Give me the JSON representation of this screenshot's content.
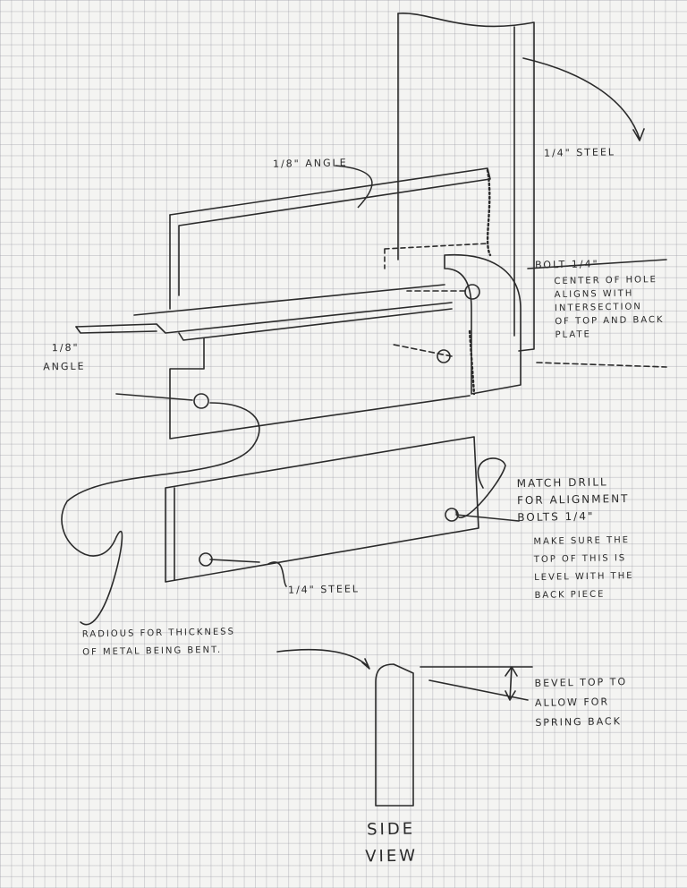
{
  "labels": {
    "top_angle": "1/8\" ANGLE",
    "back_steel": "1/4\" STEEL",
    "bolt": "BOLT 1/4\"",
    "center_note": [
      "CENTER OF HOLE",
      "ALIGNS WITH",
      "INTERSECTION",
      "OF TOP AND BACK",
      "PLATE"
    ],
    "left_angle": [
      "1/8\"",
      "ANGLE"
    ],
    "match_drill": [
      "MATCH DRILL",
      "FOR ALIGNMENT",
      "BOLTS 1/4\""
    ],
    "make_sure": [
      "MAKE SURE THE",
      "TOP OF THIS IS",
      "LEVEL WITH THE",
      "BACK PIECE"
    ],
    "lower_steel": "1/4\" STEEL",
    "radius_note": [
      "RADIOUS FOR THICKNESS",
      "OF METAL BEING BENT."
    ],
    "bevel_note": [
      "BEVEL TOP TO",
      "ALLOW FOR",
      "SPRING BACK"
    ],
    "side_view": [
      "SIDE",
      "VIEW"
    ]
  }
}
